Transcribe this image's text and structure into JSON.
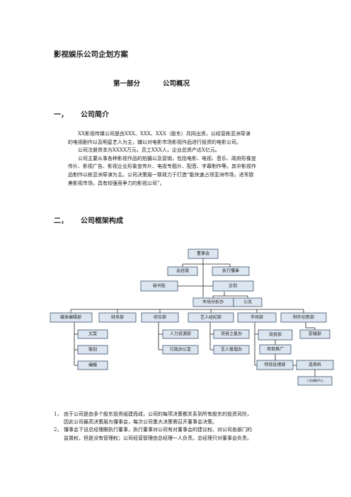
{
  "document": {
    "title": "影视娱乐公司企划方案",
    "part": {
      "label": "第一部分",
      "name": "公司概况"
    },
    "section1": {
      "number": "一，",
      "title": "公司简介"
    },
    "section2": {
      "number": "二，",
      "title": "公司框架构成"
    },
    "intro_lines": [
      "XX影视传媒公司是由XXX、XXX、XXX（股东）共同出资，以经营栋亚洲导演",
      "的电视剧作以及明星艺人为主，辅以对电影市场影视作品进行投资的电影公司。",
      "公司注册资本为XXXX万元，员工XXX人，企业总资产达X亿元。",
      "公司主要从事各种影视作品的拍摄以及营销，包括电影、电视、音乐、政府形像宣",
      "传片、影视广告、影视企业形象宣传片、电视专题片、配音、字幕制作等。其中影视作",
      "品制作以栋亚洲导演为主。公司决策层一致政力于打造“能快速占领亚洲市场，进军欧",
      "美影视市场，具有较强竞争力的影视公司”。"
    ],
    "org_chart": {
      "board": "董事会",
      "gm": "总经理",
      "exec_director": "执行懂事",
      "secretariat": "秘书处",
      "planning": "企划",
      "market_analysis": "市场分析办",
      "pr": "公关",
      "departments": [
        "媒体编辑部",
        "财务部",
        "综合部",
        "艺人经纪部",
        "市场部",
        "制作创意部"
      ],
      "media_sub": [
        "文案",
        "策划",
        "编辑"
      ],
      "general_sub": [
        "人力资源部",
        "行政办公室"
      ],
      "artist_sub": [
        "项目之星办",
        "艺人管理办"
      ],
      "project_group": "项目部",
      "project_promo": "项目推广",
      "vfx": "特效处理部",
      "script": "剪辑部",
      "props": "道具科",
      "audio": "人员调配中心"
    },
    "notes": [
      {
        "number": "1，",
        "lines": [
          "由于公司是由多个股东投资组建而成，公司的每项决策都关系到所有股东的投资风险，",
          "因此公司最高决策层为懂事会，每次公司重大决策需召开董事会决策。"
        ]
      },
      {
        "number": "2，",
        "lines": [
          "懂事会下设总经理跟执行董事，执行董事对公司有对董事会的建议权、对公司各部门的",
          "监督权，但是没有管理权；公司经营管理由总经理一人负责。总经理只对董事会负责。"
        ]
      }
    ]
  }
}
